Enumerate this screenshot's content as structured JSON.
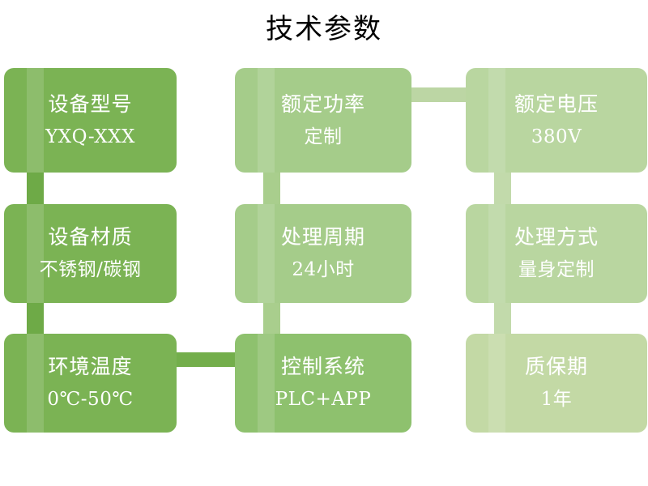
{
  "header": {
    "title": "技术参数"
  },
  "palette": {
    "col1": "#7BB354",
    "col2": "#A5CC8A",
    "col3": "#B9D6A0",
    "col3_light": "#C3D9A5",
    "connector_dark": "#6EAA47",
    "connector_mid": "#8FBF6B",
    "connector_light": "#A9CE8D",
    "connector_pale": "#C2DAAB",
    "text": "#FFFFFF",
    "title_text": "#000000",
    "background": "#FFFFFF"
  },
  "cards": [
    {
      "id": "equipment-model",
      "label": "设备型号",
      "value": "YXQ-XXX",
      "color": "#7BB354"
    },
    {
      "id": "rated-power",
      "label": "额定功率",
      "value": "定制",
      "color": "#A5CC8A"
    },
    {
      "id": "rated-voltage",
      "label": "额定电压",
      "value": "380V",
      "color": "#B9D6A0"
    },
    {
      "id": "equipment-material",
      "label": "设备材质",
      "value": "不锈钢/碳钢",
      "color": "#7BB354"
    },
    {
      "id": "treatment-cycle",
      "label": "处理周期",
      "value": "24小时",
      "color": "#A5CC8A"
    },
    {
      "id": "treatment-method",
      "label": "处理方式",
      "value": "量身定制",
      "color": "#B9D6A0"
    },
    {
      "id": "ambient-temperature",
      "label": "环境温度",
      "value": "0℃-50℃",
      "color": "#7BB354"
    },
    {
      "id": "control-system",
      "label": "控制系统",
      "value": "PLC+APP",
      "color": "#8EC16E"
    },
    {
      "id": "warranty-period",
      "label": "质保期",
      "value": "1年",
      "color": "#C3D9A5"
    }
  ]
}
